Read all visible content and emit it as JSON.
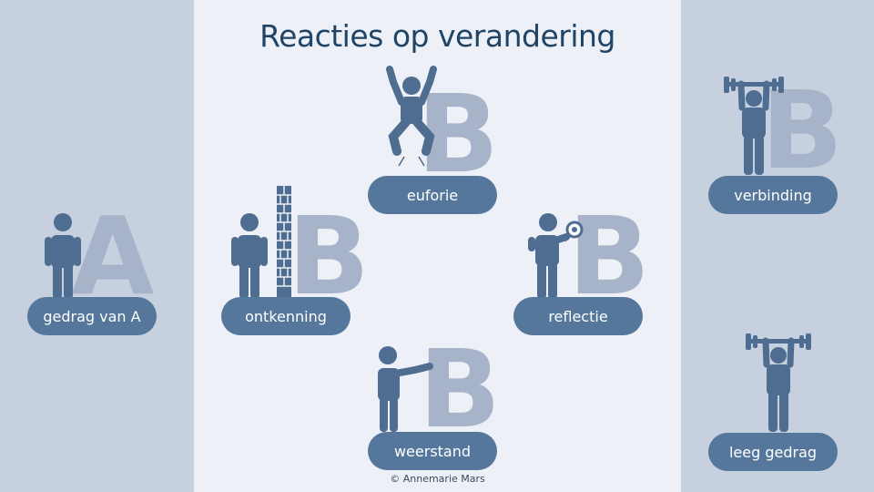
{
  "title": "Reacties op verandering",
  "copyright": "© Annemarie Mars",
  "letters": {
    "a": "A",
    "b": "B"
  },
  "stages": {
    "gedrag_van_a": "gedrag van A",
    "ontkenning": "ontkenning",
    "euforie": "euforie",
    "reflectie": "reflectie",
    "weerstand": "weerstand",
    "verbinding": "verbinding",
    "leeg_gedrag": "leeg gedrag"
  },
  "colors": {
    "figure": "#4e6d90",
    "pill": "#56779c",
    "letter": "#a6b3c9",
    "title": "#1f4466",
    "side_panel": "#c7d0df",
    "center_panel": "#edf0f6"
  },
  "icons": [
    "standing-person-icon",
    "brick-wall-icon",
    "jumping-person-icon",
    "magnifier-person-icon",
    "pushing-person-icon",
    "weightlifter-icon"
  ]
}
